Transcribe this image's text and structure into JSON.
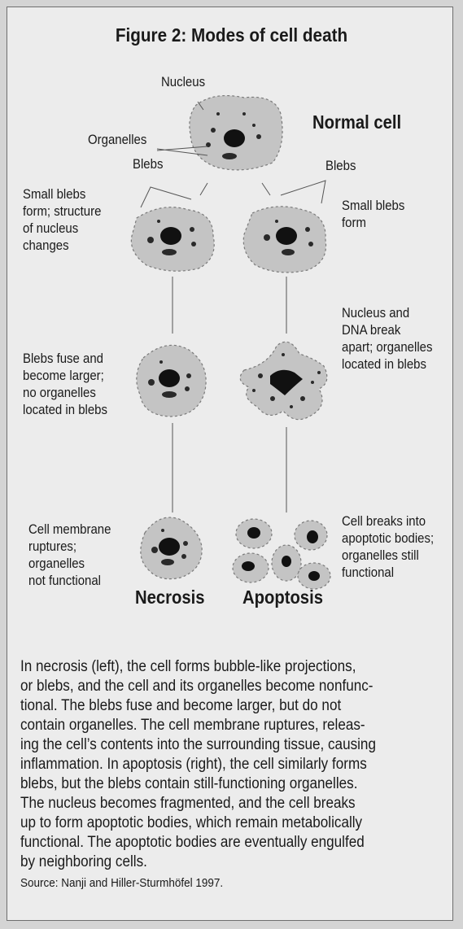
{
  "figure": {
    "title": "Figure 2:  Modes of cell death",
    "labels": {
      "nucleus": "Nucleus",
      "organelles": "Organelles",
      "blebs_left": "Blebs",
      "blebs_right": "Blebs",
      "normal_cell": "Normal cell",
      "necrosis_step1": [
        "Small blebs",
        "form; structure",
        "of nucleus",
        "changes"
      ],
      "apoptosis_step1": [
        "Small blebs",
        "form"
      ],
      "necrosis_step2": [
        "Blebs fuse and",
        "become larger;",
        "no organelles",
        "located in blebs"
      ],
      "apoptosis_step2": [
        "Nucleus and",
        "DNA break",
        "apart; organelles",
        "located in blebs"
      ],
      "necrosis_step3": [
        "Cell membrane",
        "ruptures;",
        "organelles",
        "not functional"
      ],
      "apoptosis_step3": [
        "Cell breaks into",
        "apoptotic bodies;",
        "organelles still",
        "functional"
      ],
      "necrosis": "Necrosis",
      "apoptosis": "Apoptosis"
    },
    "caption": [
      "In necrosis (left), the cell forms bubble-like projections,",
      "or blebs, and the cell and its organelles become nonfunc-",
      "tional.  The blebs fuse and become larger, but do not",
      "contain organelles.  The cell membrane ruptures, releas-",
      "ing the cell’s contents into the surrounding tissue, causing",
      "inflammation.  In apoptosis (right), the cell similarly forms",
      "blebs, but the blebs contain still-functioning organelles.",
      "The nucleus becomes fragmented, and the cell breaks",
      "up to form apoptotic bodies, which remain metabolically",
      "functional.  The apoptotic bodies are eventually engulfed",
      "by neighboring cells."
    ],
    "source": "Source:  Nanji and Hiller-Sturmhöfel 1997."
  }
}
